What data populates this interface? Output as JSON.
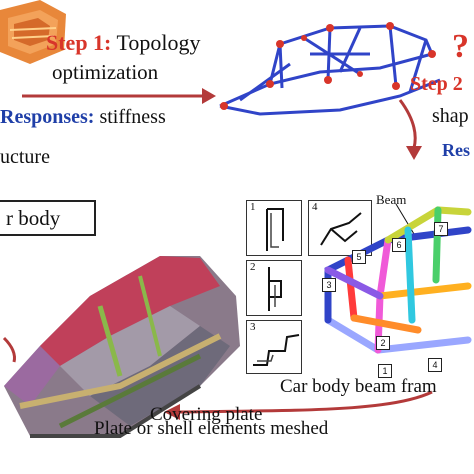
{
  "colors": {
    "red": "#d8352a",
    "blue": "#1f3fa8",
    "arrow": "#b33a3a",
    "frame_blue": "#3044c8"
  },
  "step1": {
    "label": "Step 1:",
    "title": "Topology",
    "subtitle": "optimization"
  },
  "responses": {
    "label": "Responses:",
    "value": "stiffness"
  },
  "structure_fragment": "ucture",
  "step2": {
    "label": "Step 2",
    "shape_fragment": "shap",
    "res_fragment": "Res",
    "question_mark": "?"
  },
  "body_box_text": "r body",
  "beam_label": "Beam",
  "panels": [
    "1",
    "2",
    "3",
    "4"
  ],
  "callouts": [
    "1",
    "2",
    "3",
    "4",
    "5",
    "6",
    "7"
  ],
  "frame_caption": "Car body beam fram",
  "covering_plate": "Covering plate",
  "plate_caption": "Plate or shell elements meshed"
}
